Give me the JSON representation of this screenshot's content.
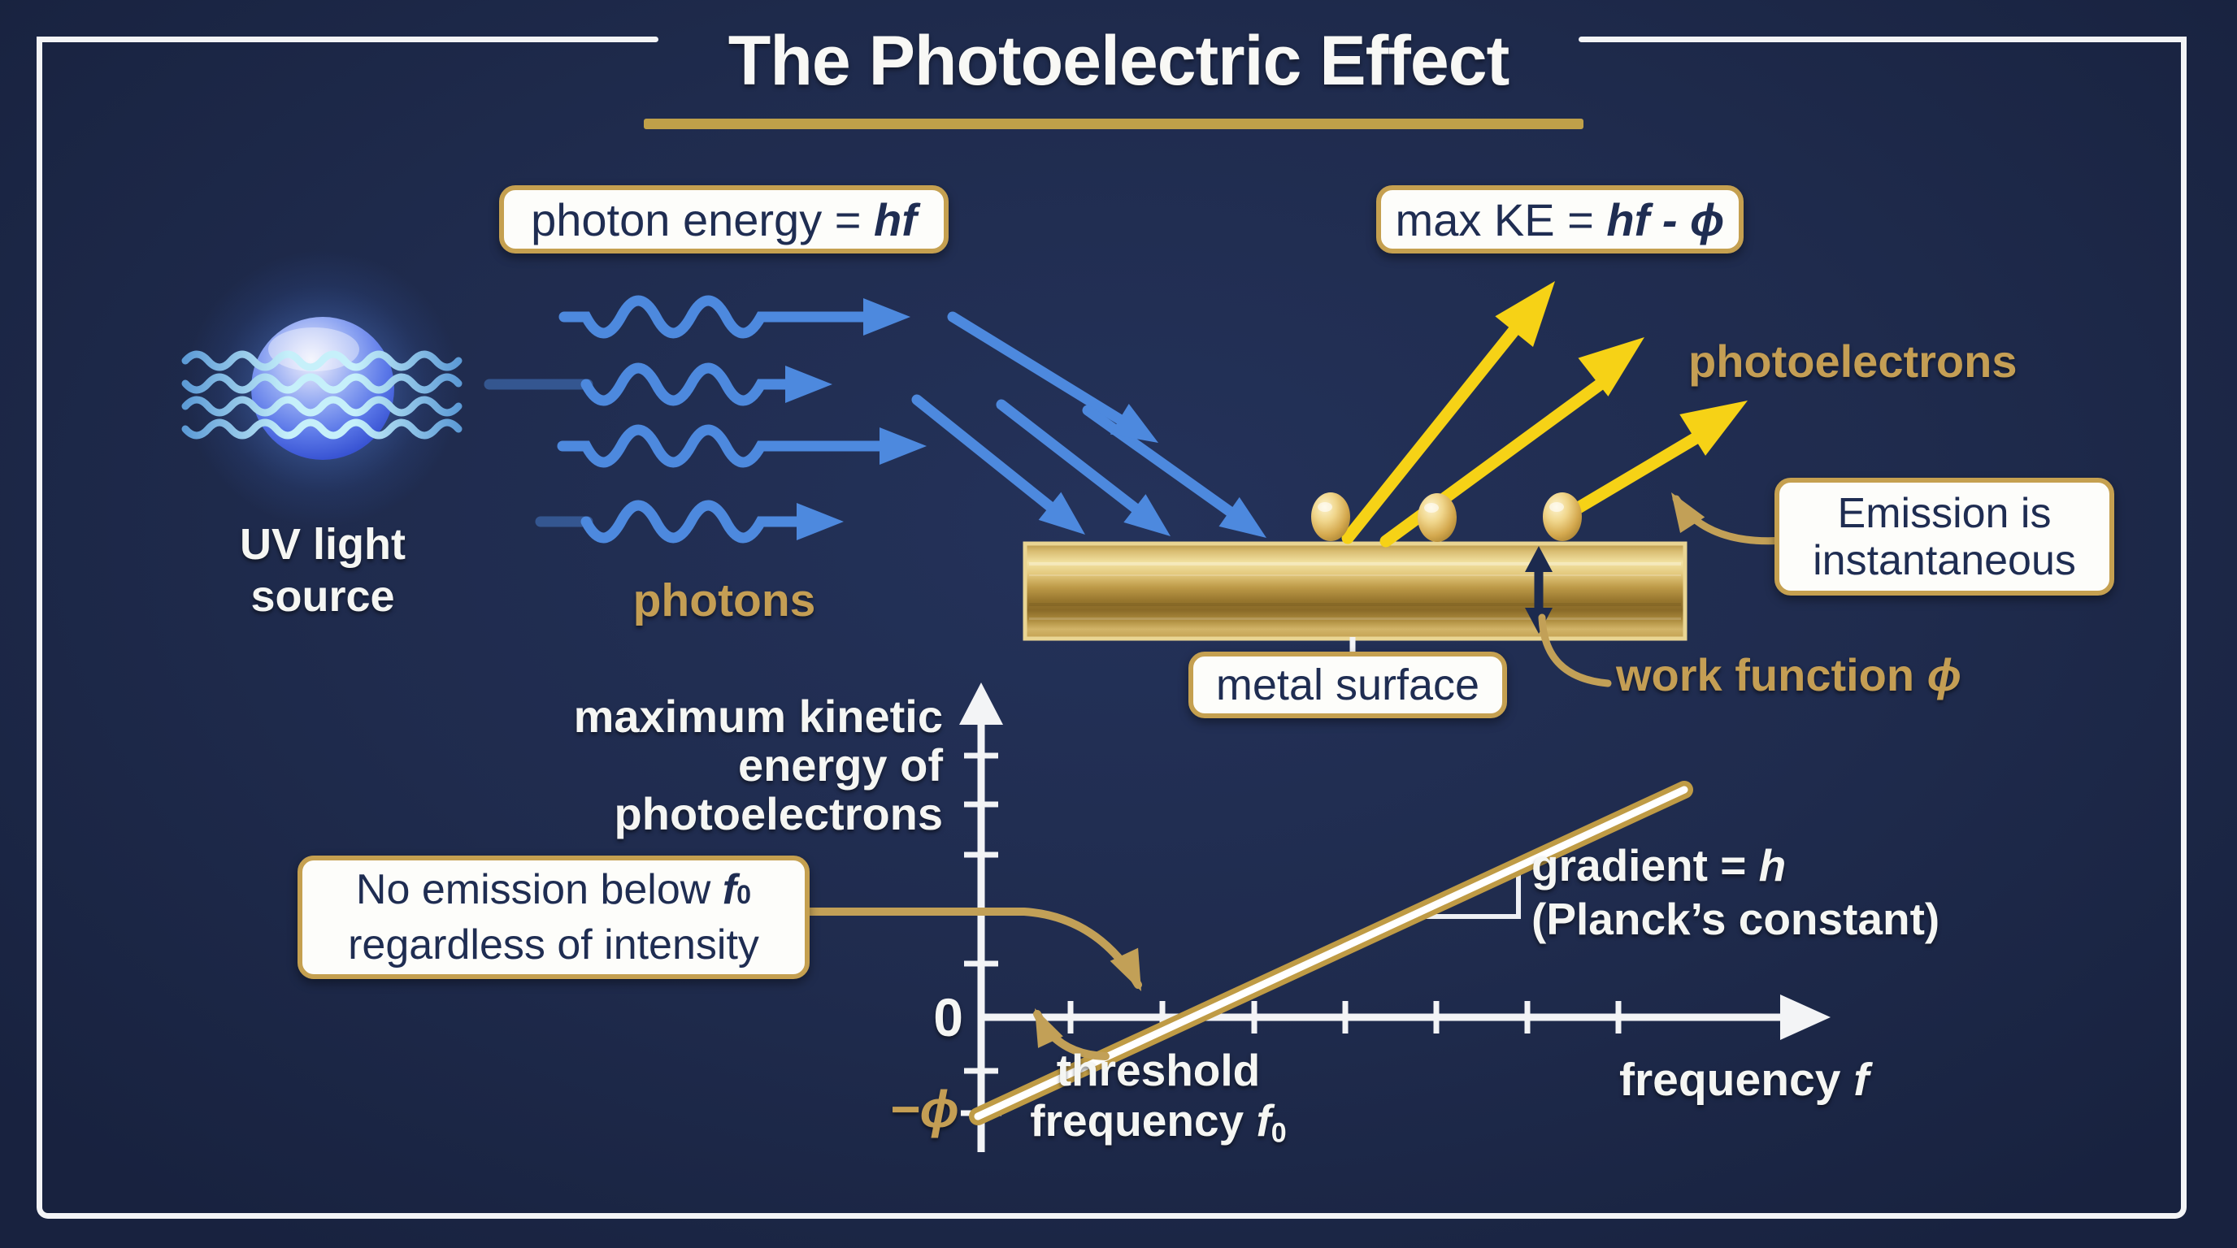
{
  "title": {
    "text": "The Photoelectric Effect"
  },
  "source": {
    "label_line1": "UV light",
    "label_line2": "source"
  },
  "photons": {
    "formula_prefix": "photon energy = ",
    "formula_var": "hf",
    "label": "photons"
  },
  "electrons": {
    "formula_prefix": "max KE = ",
    "formula_var": "hf - ϕ",
    "label": "photoelectrons",
    "emission_line1": "Emission is",
    "emission_line2": "instantaneous",
    "metal_label": "metal surface",
    "work_function_prefix": "work function ",
    "work_function_symbol": "ϕ"
  },
  "graph": {
    "y_label_line1": "maximum kinetic",
    "y_label_line2": "energy of",
    "y_label_line3": "photoelectrons",
    "x_label_prefix": "frequency ",
    "x_label_var": "f",
    "origin_label": "0",
    "intercept_label": "−ϕ",
    "gradient_prefix": "gradient = ",
    "gradient_var": "h",
    "gradient_line2": "(Planck’s constant)",
    "threshold_line1": "threshold",
    "threshold_line2_prefix": "frequency ",
    "threshold_line2_var": "f",
    "threshold_line2_sub": "0",
    "note_line1_prefix": "No emission below ",
    "note_line1_var": "f",
    "note_line1_sub": "0",
    "note_line2": "regardless of intensity"
  },
  "colors": {
    "background": "#1f2b4d",
    "frame": "#f3f4f6",
    "gold_accent": "#c5a050",
    "gold_text": "#c49e54",
    "navy_text": "#1f2d52",
    "photon_blue": "#4d89de",
    "electron_yellow": "#f6d216",
    "metal_gold": "#d4b96a"
  }
}
